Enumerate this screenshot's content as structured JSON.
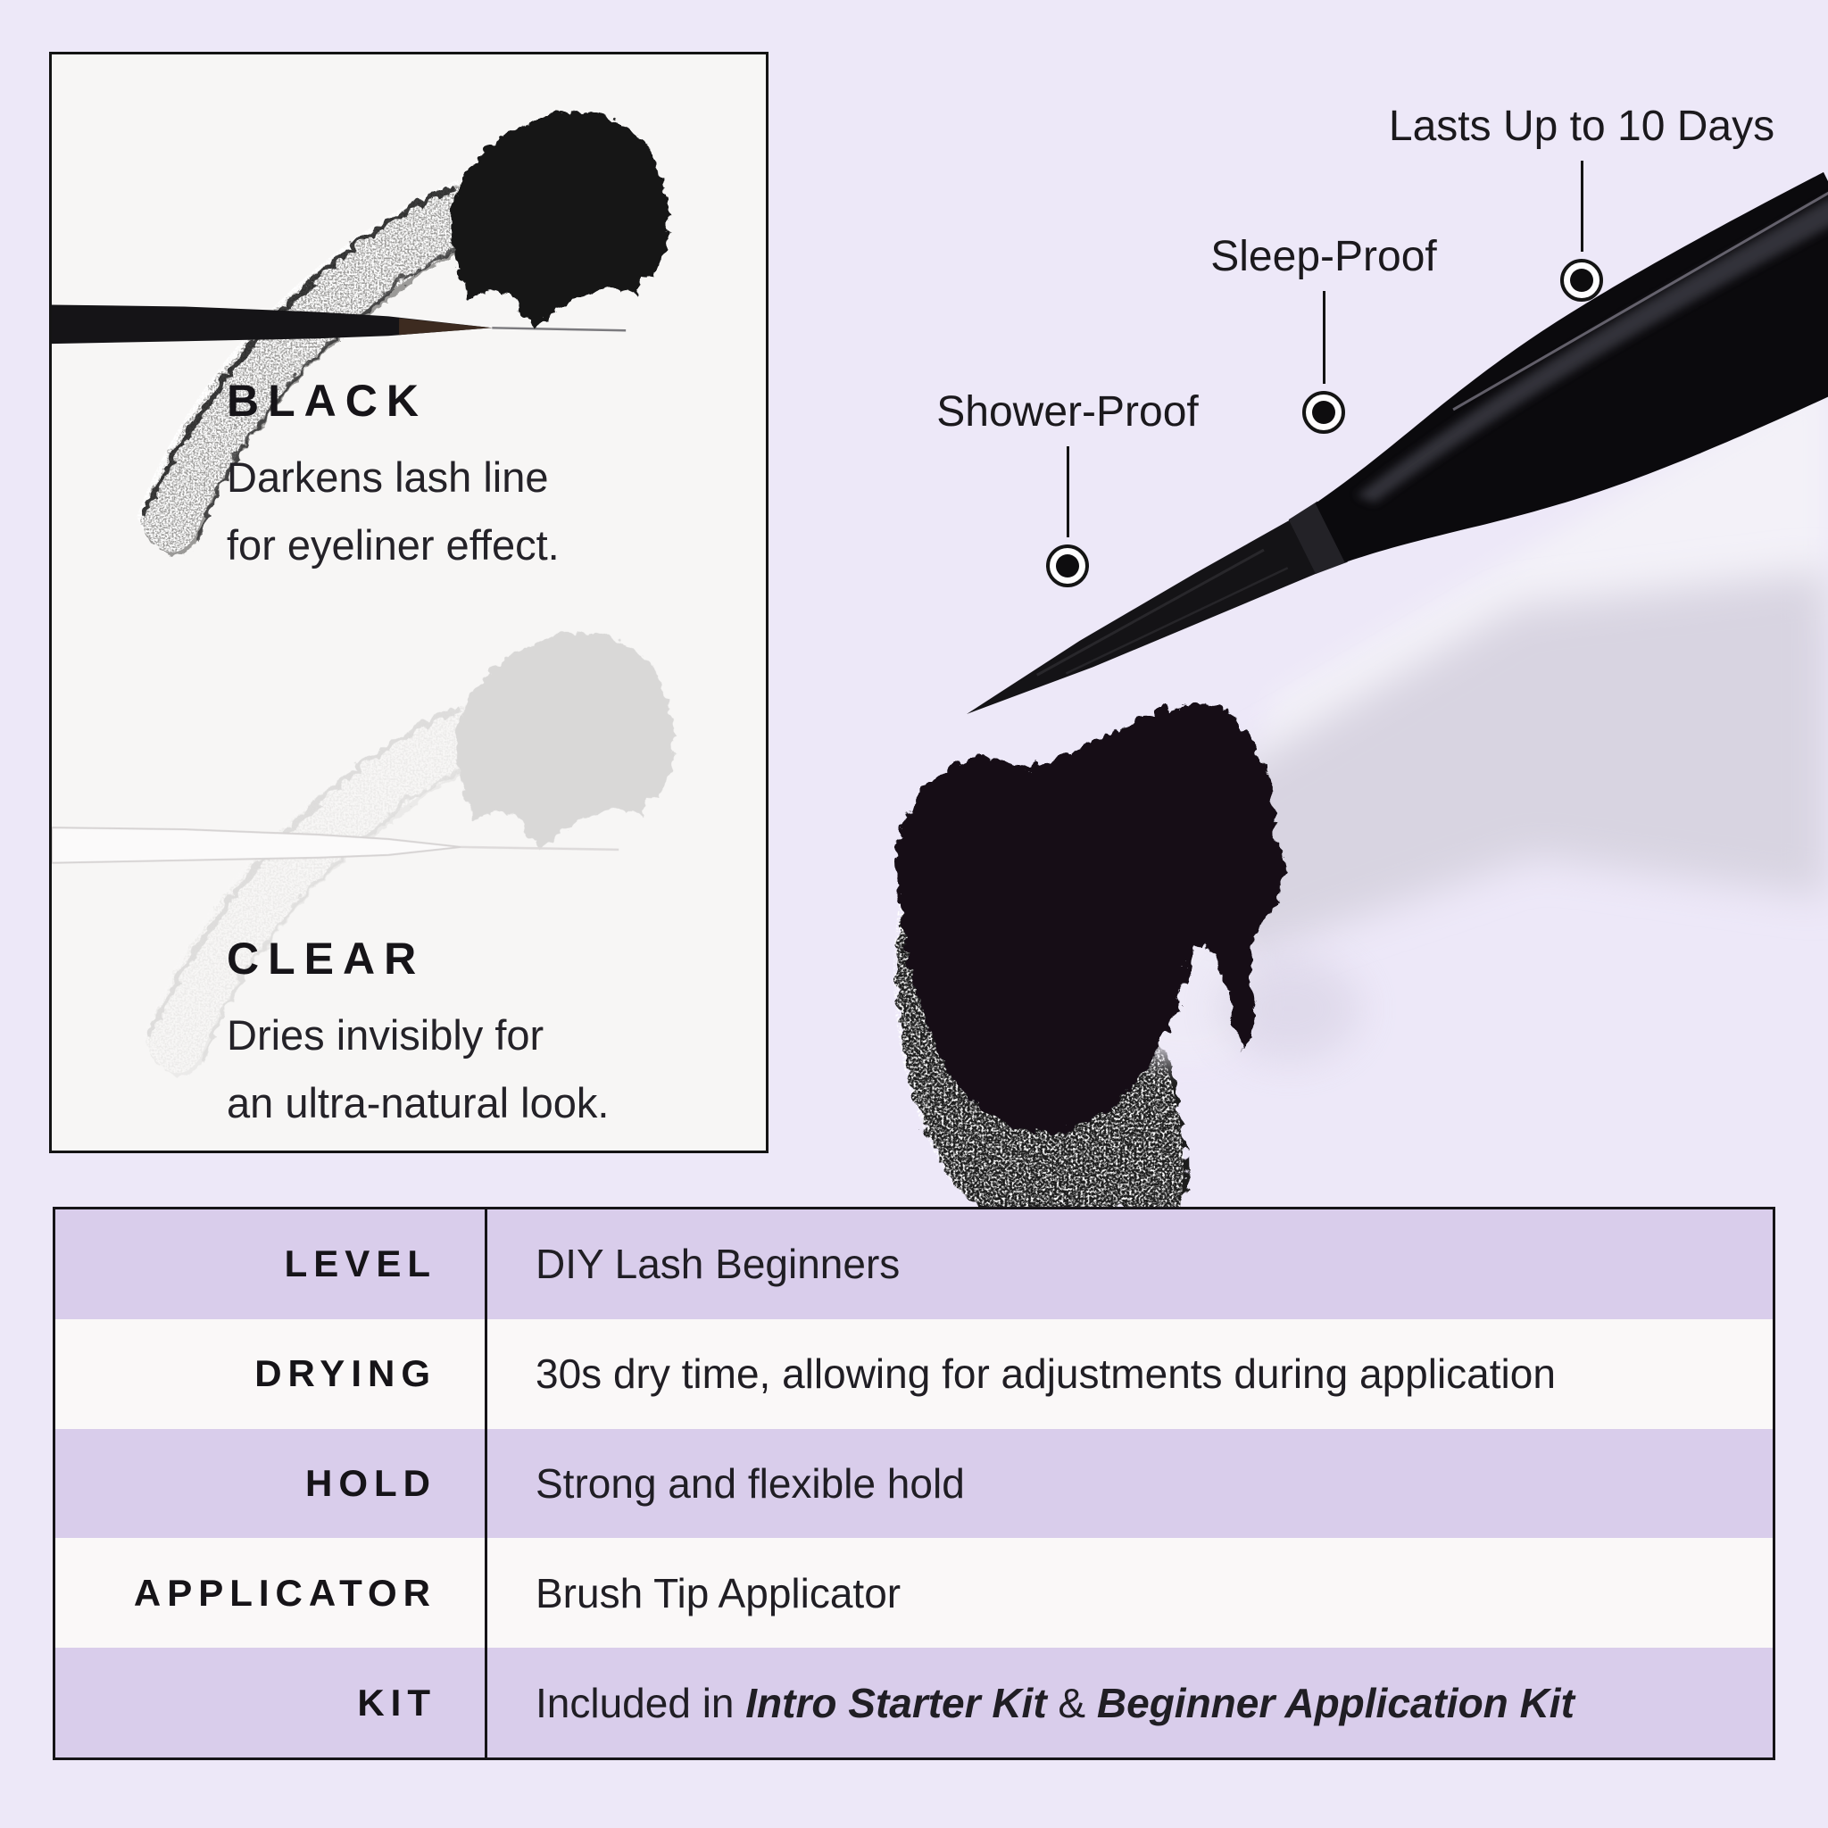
{
  "colors": {
    "page_background": "#EDE8F8",
    "card_background": "#F7F6F5",
    "table_row_lavender": "#D9CDEB",
    "table_row_white": "#FAF8F8",
    "ink": "#161418",
    "shadow_gray": "#D8D4E1"
  },
  "card": {
    "swatches": [
      {
        "name": "BLACK",
        "line1": "Darkens lash line",
        "line2": "for eyeliner effect."
      },
      {
        "name": "CLEAR",
        "line1": "Dries invisibly for",
        "line2": "an ultra-natural look."
      }
    ]
  },
  "callouts": [
    {
      "label": "Lasts Up to 10 Days"
    },
    {
      "label": "Sleep-Proof"
    },
    {
      "label": "Shower-Proof"
    }
  ],
  "spec_table": {
    "rows": [
      {
        "label": "LEVEL",
        "value": "DIY Lash Beginners"
      },
      {
        "label": "DRYING",
        "value": "30s dry time, allowing for adjustments during application"
      },
      {
        "label": "HOLD",
        "value": "Strong and flexible hold"
      },
      {
        "label": "APPLICATOR",
        "value": "Brush Tip Applicator"
      },
      {
        "label": "KIT",
        "value_prefix": "Included in ",
        "kit_1": "Intro Starter Kit",
        "value_joiner": " & ",
        "kit_2": "Beginner Application Kit"
      }
    ]
  }
}
